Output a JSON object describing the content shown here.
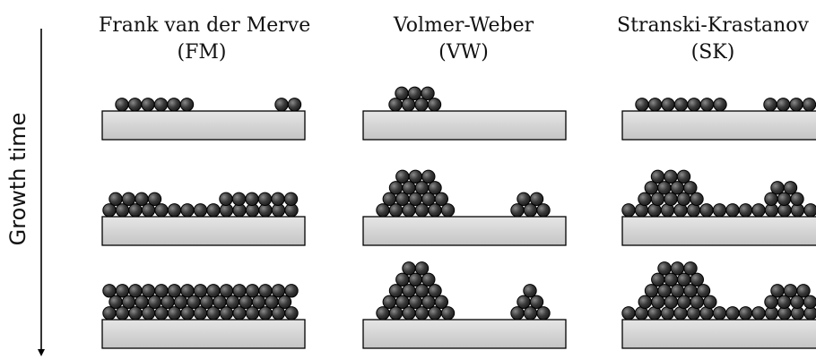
{
  "axis": {
    "label": "Growth time"
  },
  "modes": [
    {
      "name": "Frank van der Merve",
      "abbr": "(FM)"
    },
    {
      "name": "Volmer-Weber",
      "abbr": "(VW)"
    },
    {
      "name": "Stranski-Krastanov",
      "abbr": "(SK)"
    }
  ],
  "colors": {
    "substrate": "#d0d0d0",
    "atom": "#3a3a3a",
    "outline": "#000000"
  }
}
